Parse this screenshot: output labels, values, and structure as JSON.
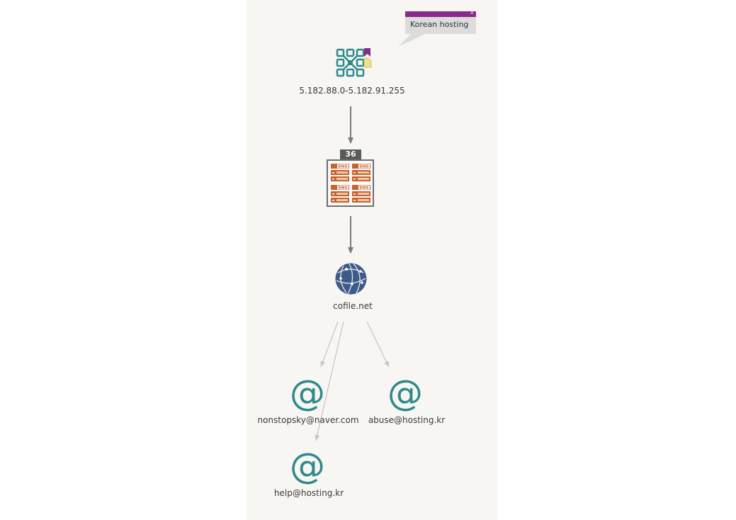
{
  "note": {
    "text": "Korean hosting",
    "close": "x"
  },
  "nodes": {
    "ip_range": {
      "label": "5.182.88.0-5.182.91.255",
      "icon": "network-block-icon"
    },
    "dns_group": {
      "count": "36",
      "icon": "dns-server-icon",
      "badge_label": "DNS"
    },
    "domain": {
      "label": "cofile.net",
      "icon": "globe-icon"
    },
    "email1": {
      "label": "nonstopsky@naver.com",
      "icon": "at-icon"
    },
    "email2": {
      "label": "abuse@hosting.kr",
      "icon": "at-icon"
    },
    "email3": {
      "label": "help@hosting.kr",
      "icon": "at-icon"
    }
  },
  "colors": {
    "teal": "#2e8a8a",
    "purple": "#8a2a8a",
    "dns_orange": "#c8622c",
    "globe_blue": "#3d5a88"
  }
}
